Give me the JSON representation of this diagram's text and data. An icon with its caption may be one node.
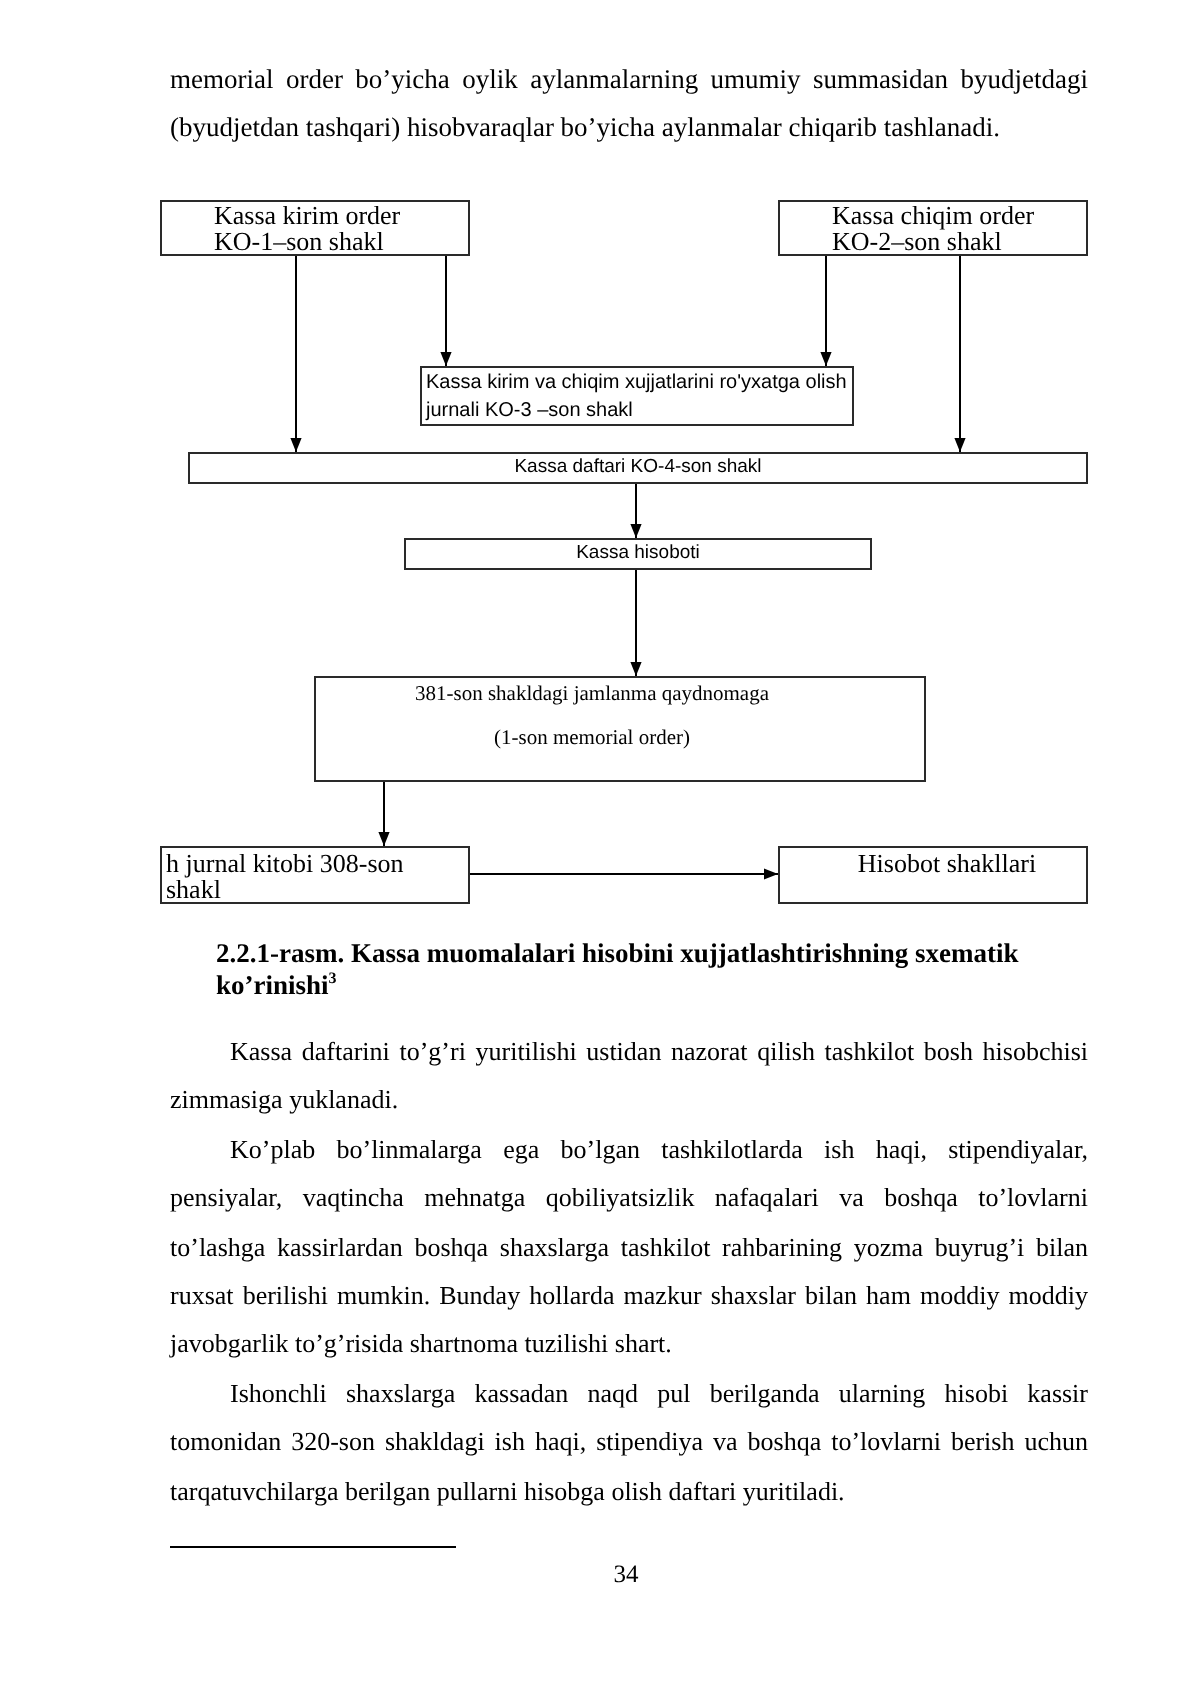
{
  "diagram": {
    "caption": "2.2.1-rasm. Kassa muomalalari hisobini xujjatlashtirishning sxematik ko’rinishi$^{3}$",
    "nodes": [
      {
        "text": [
          "Kassa kirim order",
          "KO-1–son shakl"
        ]
      },
      {
        "text": [
          "Kassa chiqim order",
          "KO-2–son shakl"
        ]
      },
      {
        "text": [
          "Kassa kirim va chiqim xujjatlarini ro'yxatga olish jurnali KO-3 –son shakl"
        ]
      },
      {
        "text": [
          "Kassa daftari KO-4-son shakl"
        ]
      },
      {
        "text": [
          "Kassa hisoboti"
        ]
      },
      {
        "text": [
          "381-son shakldagi jamlanma qaydnomaga",
          "(1-son memorial order)"
        ]
      },
      {
        "text": [
          "h jurnal kitobi 308-son shakl"
        ]
      },
      {
        "text": [
          "Hisobot shakllari"
        ]
      }
    ],
    "edges": [
      {
        "from": 0,
        "to": 3,
        "arrow": "to"
      },
      {
        "from": 0,
        "to": 2,
        "arrow": "to"
      },
      {
        "from": 1,
        "to": 2,
        "arrow": "to"
      },
      {
        "from": 1,
        "to": 3,
        "arrow": "to"
      },
      {
        "from": 3,
        "to": 4,
        "arrow": "to"
      },
      {
        "from": 4,
        "to": 5,
        "arrow": "to"
      },
      {
        "from": 5,
        "to": 6,
        "arrow": "to"
      },
      {
        "from": 6,
        "to": 7,
        "arrow": "to"
      }
    ],
    "labels": [
      "memorial order bo’yicha oylik aylanmalarning umumiy summasidan byudjetdagi (byudjetdan tashqari) hisobvaraqlar bo’yicha aylanmalar chiqarib tashlanadi.",
      "Kassa daftarini to’g’ri yuritilishi ustidan nazorat qilish tashkilot bosh hisobchisi zimmasiga yuklanadi.",
      "Ko’plab bo’linmalarga ega bo’lgan tashkilotlarda ish haqi, stipendiyalar, pensiyalar, vaqtincha mehnatga qobiliyatsizlik nafaqalari va boshqa to’lovlarni to’lashga kassirlardan boshqa shaxslarga tashkilot rahbarining yozma buyrug’i bilan ruxsat berilishi mumkin. Bunday hollarda mazkur shaxslar bilan ham moddiy moddiy javobgarlik to’g’risida shartnoma tuzilishi shart.",
      "Ishonchli shaxslarga kassadan naqd pul berilganda ularning hisobi kassir tomonidan 320-son shakldagi ish haqi, stipendiya va boshqa to’lovlarni berish uchun tarqatuvchilarga berilgan pullarni hisobga olish daftari yuritiladi.",
      "34"
    ]
  }
}
